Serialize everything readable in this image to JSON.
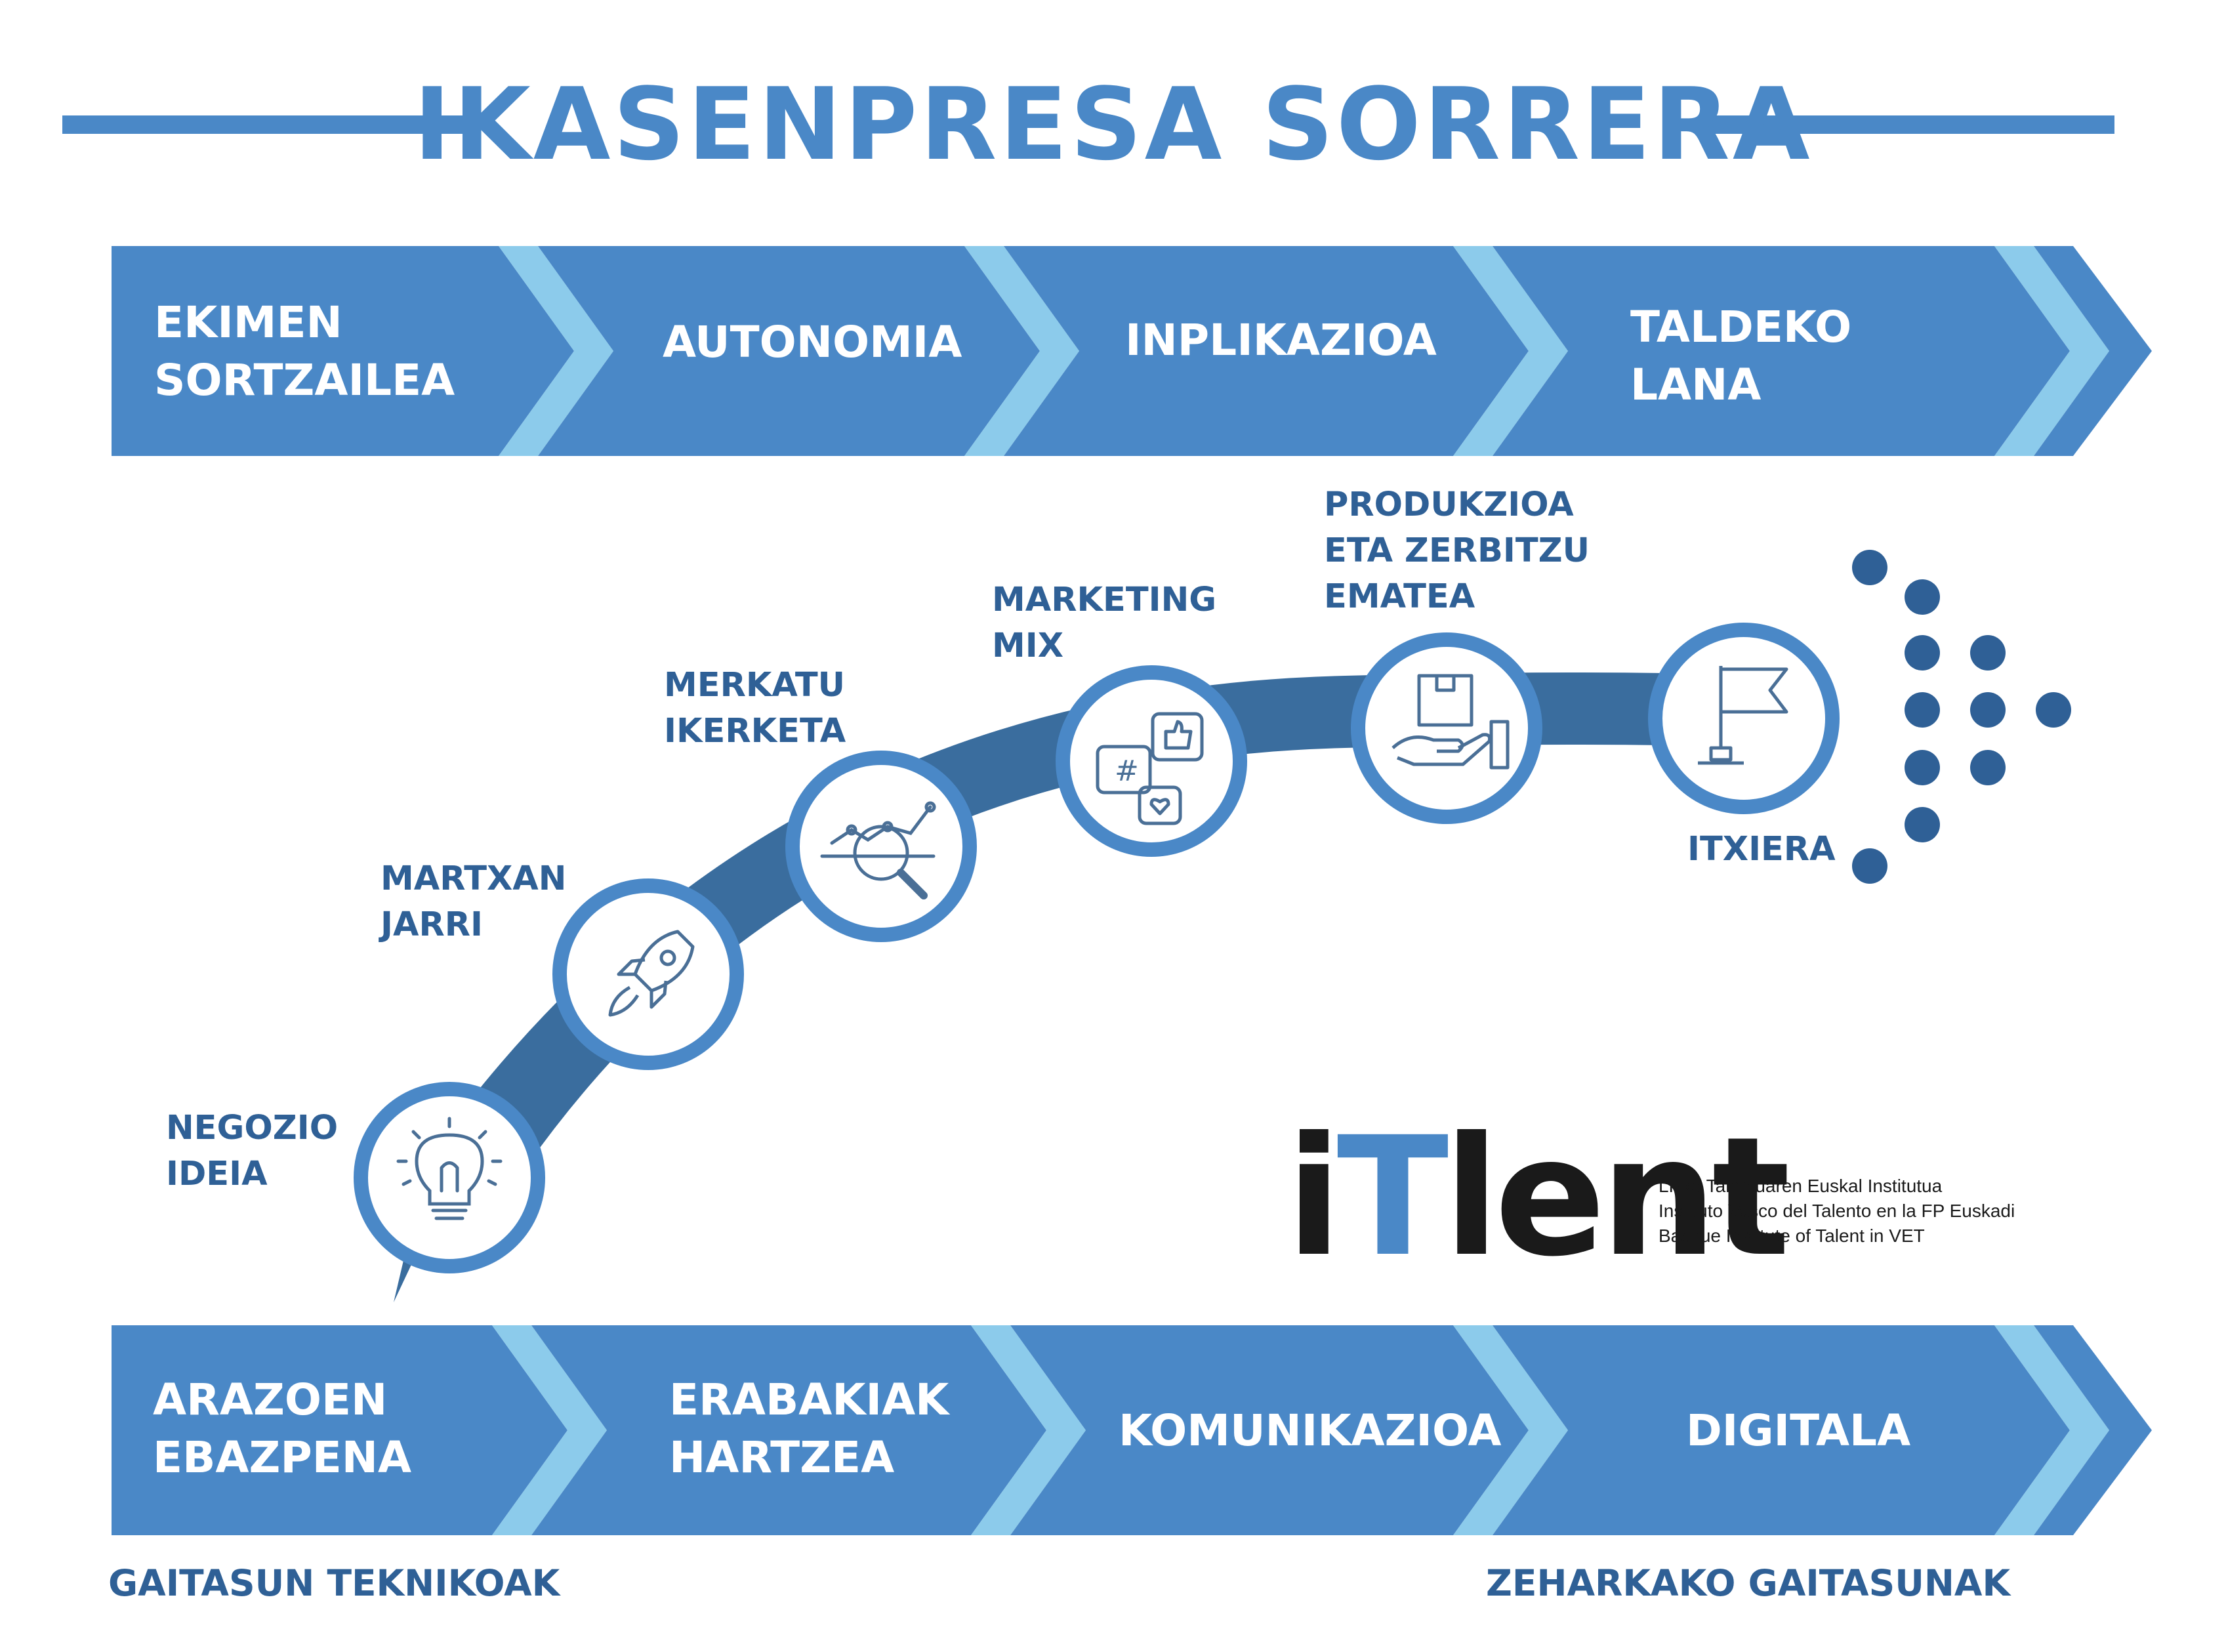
{
  "title": "IKASENPRESA SORRERA",
  "colors": {
    "band": "#4a88c7",
    "band_chevron": "#8ccbeb",
    "title_blue": "#4a88c7",
    "label_blue": "#2f6096",
    "arc": "#3a6d9e",
    "circle_ring": "#4a88c7",
    "dots": "#2f6096"
  },
  "top_band": {
    "items": [
      {
        "label": "EKIMEN\nSORTZAILEA"
      },
      {
        "label": "AUTONOMIA"
      },
      {
        "label": "INPLIKAZIOA"
      },
      {
        "label": "TALDEKO\nLANA"
      }
    ]
  },
  "steps": [
    {
      "line1": "NEGOZIO",
      "line2": "IDEIA",
      "icon": "lightbulb-icon"
    },
    {
      "line1": "MARTXAN",
      "line2": "JARRI",
      "icon": "rocket-icon"
    },
    {
      "line1": "MERKATU",
      "line2": "IKERKETA",
      "icon": "market-analysis-icon"
    },
    {
      "line1": "MARKETING",
      "line2": "MIX",
      "icon": "social-media-icon"
    },
    {
      "line1": "PRODUKZIOA",
      "line2": "ETA ZERBITZU",
      "line3": "EMATEA",
      "icon": "hand-box-icon"
    },
    {
      "line1": "ITXIERA",
      "icon": "flag-icon"
    }
  ],
  "bottom_band": {
    "items": [
      {
        "label": "ARAZOEN\nEBAZPENA"
      },
      {
        "label": "ERABAKIAK\nHARTZEA"
      },
      {
        "label": "KOMUNIKAZIOA"
      },
      {
        "label": "DIGITALA"
      }
    ]
  },
  "footer": {
    "left": "GAITASUN TEKNIKOAK",
    "right": "ZEHARKAKO GAITASUNAK"
  },
  "logo": {
    "text_i": "i",
    "text_t": "T",
    "text_rest": "lent",
    "line1": "LHko Talentuaren Euskal Institutua",
    "line2": "Instituto Vasco del Talento en la FP Euskadi",
    "line3": "Basque Institute of Talent in VET"
  }
}
